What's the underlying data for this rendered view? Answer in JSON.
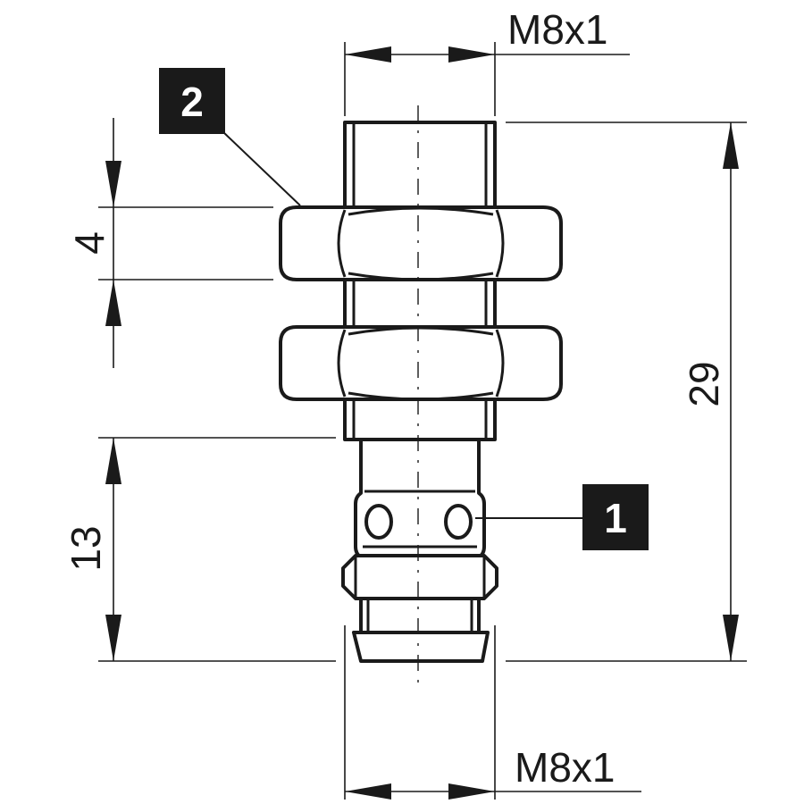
{
  "dimensions": {
    "top_thread": "M8x1",
    "bottom_thread": "M8x1",
    "nut_height": "4",
    "total_length": "29",
    "connector_length": "13"
  },
  "callouts": {
    "nut": "2",
    "led": "1"
  },
  "colors": {
    "line": "#1a1a1a",
    "tag_background": "#1a1a1a",
    "tag_text": "#ffffff",
    "background": "#ffffff"
  }
}
